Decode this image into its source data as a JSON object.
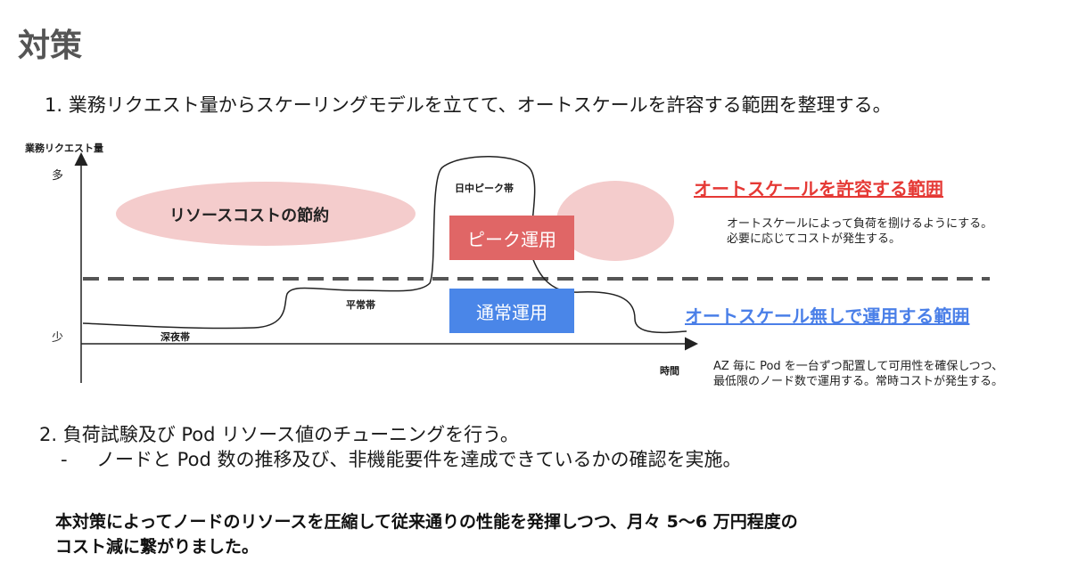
{
  "title": "対策",
  "step1": "1. 業務リクエスト量からスケーリングモデルを立てて、オートスケールを許容する範囲を整理する。",
  "diagram": {
    "y_axis_label": "業務リクエスト量",
    "y_tick_high": "多",
    "y_tick_low": "少",
    "x_axis_label": "時間",
    "cost_saving_label": "リソースコストの節約",
    "peak_time_label": "日中ピーク帯",
    "normal_time_label": "平常帯",
    "night_time_label": "深夜帯",
    "peak_box_label": "ピーク運用",
    "normal_box_label": "通常運用",
    "colors": {
      "ellipse": "#f4cccc",
      "peak_box": "#e06666",
      "normal_box": "#4a86e8",
      "threshold_line": "#555555"
    }
  },
  "range_auto": {
    "title": "オートスケールを許容する範囲",
    "desc_line1": "オートスケールによって負荷を捌けるようにする。",
    "desc_line2": "必要に応じてコストが発生する。",
    "color": "#e53935"
  },
  "range_noauto": {
    "title": "オートスケール無しで運用する範囲",
    "desc_line1": "AZ 毎に Pod を一台ずつ配置して可用性を確保しつつ、",
    "desc_line2": "最低限のノード数で運用する。常時コストが発生する。",
    "color": "#4a7fe8"
  },
  "step2": "2. 負荷試験及び Pod リソース値のチューニングを行う。",
  "step2_sub_dash": "-",
  "step2_sub": "ノードと Pod 数の推移及び、非機能要件を達成できているかの確認を実施。",
  "conclusion_line1": "本対策によってノードのリソースを圧縮して従来通りの性能を発揮しつつ、月々 5〜6 万円程度の",
  "conclusion_line2": "コスト減に繋がりました。"
}
